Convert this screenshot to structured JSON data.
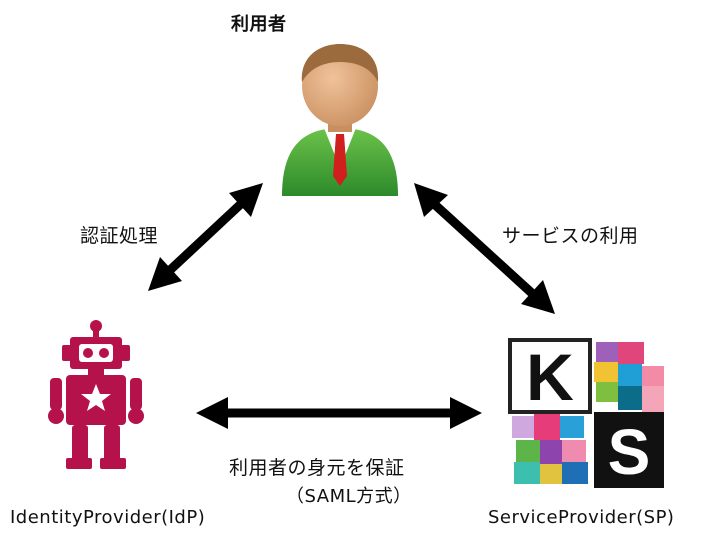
{
  "nodes": {
    "user": {
      "label": "利用者"
    },
    "idp": {
      "label": "IdentityProvider(IdP)"
    },
    "sp": {
      "label": "ServiceProvider(SP)",
      "logo_letters": [
        "K",
        "S"
      ]
    }
  },
  "edges": {
    "user_idp": {
      "label": "認証処理"
    },
    "user_sp": {
      "label": "サービスの利用"
    },
    "idp_sp": {
      "label_line1": "利用者の身元を保証",
      "label_line2": "（SAML方式）"
    }
  },
  "colors": {
    "arrow": "#000000",
    "robot": "#b5124c",
    "user_suit": "#3fae3c",
    "user_skin": "#d9a77a",
    "user_hair": "#9b6a3d",
    "tie": "#d01f1f"
  },
  "icons": {
    "user": "person-icon",
    "idp": "robot-icon",
    "sp": "ks-logo-icon"
  }
}
